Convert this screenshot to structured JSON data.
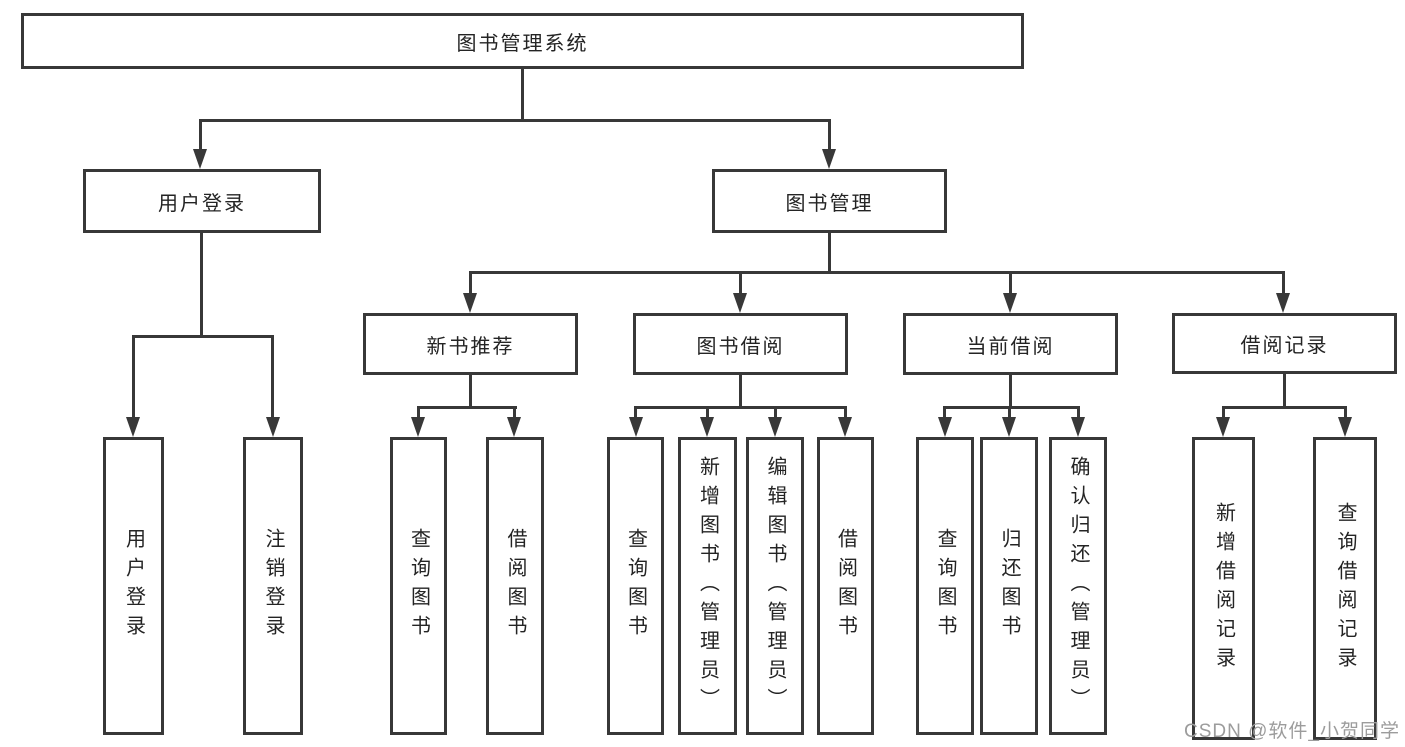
{
  "tree": {
    "root": {
      "label": "图书管理系统"
    },
    "branches": [
      {
        "label": "用户登录",
        "children": [
          {
            "label": "用户登录"
          },
          {
            "label": "注销登录"
          }
        ]
      },
      {
        "label": "图书管理",
        "groups": [
          {
            "label": "新书推荐",
            "children": [
              {
                "label": "查询图书"
              },
              {
                "label": "借阅图书"
              }
            ]
          },
          {
            "label": "图书借阅",
            "children": [
              {
                "label": "查询图书"
              },
              {
                "label": "新增图书（管理员）"
              },
              {
                "label": "编辑图书（管理员）"
              },
              {
                "label": "借阅图书"
              }
            ]
          },
          {
            "label": "当前借阅",
            "children": [
              {
                "label": "查询图书"
              },
              {
                "label": "归还图书"
              },
              {
                "label": "确认归还（管理员）"
              }
            ]
          },
          {
            "label": "借阅记录",
            "children": [
              {
                "label": "新增借阅记录"
              },
              {
                "label": "查询借阅记录"
              }
            ]
          }
        ]
      }
    ]
  },
  "watermark": {
    "text": "CSDN @软件_小贺同学"
  },
  "colors": {
    "line": "#383838",
    "box_border": "#383838",
    "text": "#242424",
    "watermark": "#9c9c9c",
    "background": "#ffffff"
  }
}
